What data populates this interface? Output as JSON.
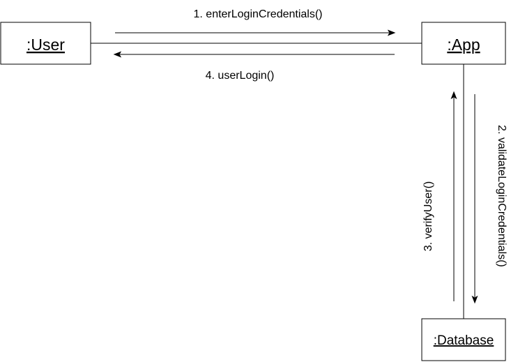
{
  "objects": {
    "user": ":User",
    "app": ":App",
    "database": ":Database"
  },
  "messages": {
    "m1": "1. enterLoginCredentials()",
    "m2": "2. validateLoginCredentials()",
    "m3": "3. verifyUser()",
    "m4": "4. userLogin()"
  }
}
